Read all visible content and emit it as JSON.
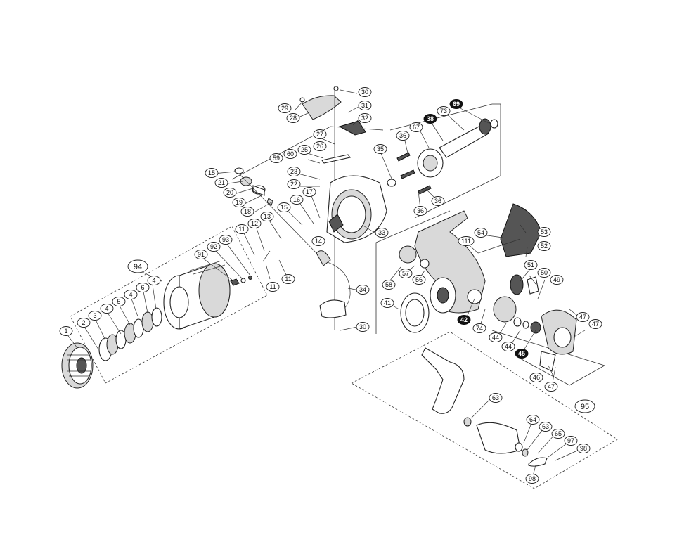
{
  "diagram": {
    "type": "exploded-parts-view",
    "group_labels": {
      "spool": "94",
      "handle": "95"
    },
    "part_numbers": {
      "p1": "1",
      "p2": "2",
      "p3": "3",
      "p4a": "4",
      "p4b": "4",
      "p4c": "4",
      "p5": "5",
      "p6": "6",
      "p11a": "11",
      "p11b": "11",
      "p11c": "11",
      "p12": "12",
      "p13": "13",
      "p14": "14",
      "p15a": "15",
      "p15b": "15",
      "p16": "16",
      "p17": "17",
      "p18": "18",
      "p19": "19",
      "p20": "20",
      "p21": "21",
      "p22": "22",
      "p23": "23",
      "p25": "25",
      "p26": "26",
      "p27": "27",
      "p28": "28",
      "p29": "29",
      "p30a": "30",
      "p30b": "30",
      "p31": "31",
      "p32": "32",
      "p33": "33",
      "p34": "34",
      "p35": "35",
      "p36a": "36",
      "p36b": "36",
      "p36c": "36",
      "p38": "38",
      "p41": "41",
      "p42": "42",
      "p44a": "44",
      "p44b": "44",
      "p45": "45",
      "p46": "46",
      "p47a": "47",
      "p47b": "47",
      "p47c": "47",
      "p49": "49",
      "p50": "50",
      "p51": "51",
      "p52": "52",
      "p53": "53",
      "p54": "54",
      "p56": "56",
      "p57": "57",
      "p58": "58",
      "p59": "59",
      "p60": "60",
      "p63a": "63",
      "p63b": "63",
      "p64": "64",
      "p65": "65",
      "p67": "67",
      "p69": "69",
      "p73": "73",
      "p74": "74",
      "p91": "91",
      "p92": "92",
      "p93": "93",
      "p97": "97",
      "p98a": "98",
      "p98b": "98",
      "p111": "111"
    },
    "highlighted_parts": [
      "38",
      "69",
      "42",
      "45"
    ]
  }
}
